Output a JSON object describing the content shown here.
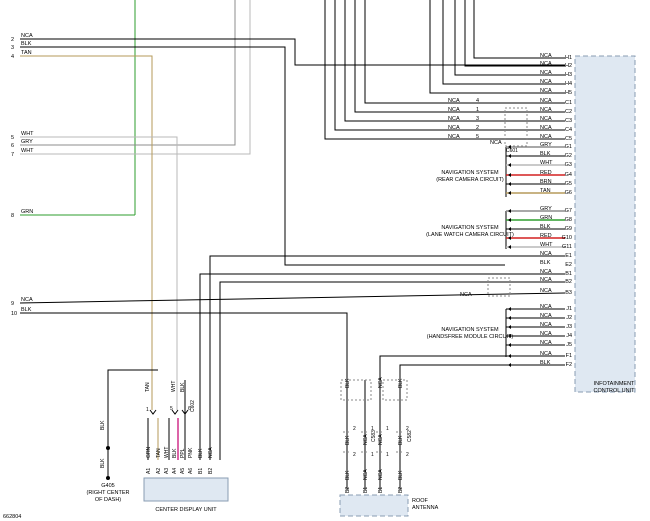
{
  "left_pins": [
    {
      "num": "2",
      "wire": "NCA"
    },
    {
      "num": "3",
      "wire": "BLK"
    },
    {
      "num": "4",
      "wire": "TAN"
    },
    {
      "num": "5",
      "wire": "WHT"
    },
    {
      "num": "6",
      "wire": "GRY"
    },
    {
      "num": "7",
      "wire": "WHT"
    },
    {
      "num": "8",
      "wire": "GRN"
    },
    {
      "num": "9",
      "wire": "NCA"
    },
    {
      "num": "10",
      "wire": "BLK"
    }
  ],
  "connector_c601": {
    "id": "C601",
    "rows": [
      {
        "wire": "NCA",
        "pin": "4"
      },
      {
        "wire": "NCA",
        "pin": "1"
      },
      {
        "wire": "NCA",
        "pin": "3"
      },
      {
        "wire": "NCA",
        "pin": "2"
      },
      {
        "wire": "NCA",
        "pin": "5"
      }
    ]
  },
  "right_pins": [
    {
      "wire": "NCA",
      "pin": "H1"
    },
    {
      "wire": "NCA",
      "pin": "H2"
    },
    {
      "wire": "NCA",
      "pin": "H3"
    },
    {
      "wire": "NCA",
      "pin": "H4"
    },
    {
      "wire": "NCA",
      "pin": "H5"
    },
    {
      "wire": "NCA",
      "pin": "C1"
    },
    {
      "wire": "NCA",
      "pin": "C2"
    },
    {
      "wire": "NCA",
      "pin": "C3"
    },
    {
      "wire": "NCA",
      "pin": "C4"
    },
    {
      "wire": "NCA",
      "pin": "C5"
    },
    {
      "wire": "GRY",
      "pin": "G1"
    },
    {
      "wire": "BLK",
      "pin": "G2"
    },
    {
      "wire": "WHT",
      "pin": "G3"
    },
    {
      "wire": "RED",
      "pin": "G4"
    },
    {
      "wire": "BRN",
      "pin": "G5"
    },
    {
      "wire": "TAN",
      "pin": "G6"
    },
    {
      "wire": "GRY",
      "pin": "G7"
    },
    {
      "wire": "GRN",
      "pin": "G8"
    },
    {
      "wire": "BLK",
      "pin": "G9"
    },
    {
      "wire": "RED",
      "pin": "G10"
    },
    {
      "wire": "WHT",
      "pin": "G11"
    },
    {
      "wire": "NCA",
      "pin": "E1"
    },
    {
      "wire": "BLK",
      "pin": "E2"
    },
    {
      "wire": "NCA",
      "pin": "B1"
    },
    {
      "wire": "NCA",
      "pin": "B2"
    },
    {
      "wire": "NCA",
      "pin": "B3"
    },
    {
      "wire": "NCA",
      "pin": "J1"
    },
    {
      "wire": "NCA",
      "pin": "J2"
    },
    {
      "wire": "NCA",
      "pin": "J3"
    },
    {
      "wire": "NCA",
      "pin": "J4"
    },
    {
      "wire": "NCA",
      "pin": "J5"
    },
    {
      "wire": "NCA",
      "pin": "F1"
    },
    {
      "wire": "BLK",
      "pin": "F2"
    }
  ],
  "b3_mid_label": "NCA",
  "circuits": {
    "rear_camera": [
      "NAVIGATION SYSTEM",
      "(REAR CAMERA CIRCUIT)"
    ],
    "lane_watch": [
      "NAVIGATION SYSTEM",
      "(LANE WATCH CAMERA CIRCUIT)"
    ],
    "handsfree": [
      "NAVIGATION SYSTEM",
      "(HANDSFREE MODULE CIRCUIT)"
    ]
  },
  "control_unit_label": [
    "INFOTAINMENT",
    "CONTROL UNIT"
  ],
  "center_display": {
    "label": "CENTER DISPLAY UNIT",
    "pins": [
      {
        "pin": "A1",
        "wire": "GRN"
      },
      {
        "pin": "A2",
        "wire": "TAN"
      },
      {
        "pin": "A3",
        "wire": "WHT"
      },
      {
        "pin": "A4",
        "wire": "BLK"
      },
      {
        "pin": "A5",
        "wire": "PPL"
      },
      {
        "pin": "A6",
        "wire": "PNK"
      },
      {
        "pin": "B1",
        "wire": "BLK"
      },
      {
        "pin": "B2",
        "wire": "NCA"
      }
    ],
    "upper": {
      "tan": "TAN",
      "wht": "WHT",
      "blk": "BLK",
      "connector": "C602",
      "pin1": "1",
      "pin3": "3",
      "pin4": "4",
      "pin5": "5",
      "pin6": "6"
    },
    "b_pins": {
      "b1": "B1",
      "b2": "B2",
      "nca": "NCA"
    }
  },
  "ground": {
    "wire_upper": "BLK",
    "wire_lower": "BLK",
    "id": "G405",
    "desc": [
      "(RIGHT CENTER",
      "OF DASH)"
    ]
  },
  "antenna": {
    "label": [
      "ROOF",
      "ANTENNA"
    ],
    "pins": [
      "B2",
      "B1",
      "B1",
      "B2"
    ],
    "wires_bottom": [
      "BLK",
      "NCA",
      "NCA",
      "BLK"
    ],
    "wires_mid": [
      "BLK",
      "NCA",
      "NCA",
      "BLK"
    ],
    "wires_top": [
      "BLK",
      "NCA",
      "BLK"
    ],
    "conn_pins_top": [
      "2",
      "1",
      "1",
      "2"
    ],
    "conn_pins_bottom": [
      "2",
      "1",
      "1",
      "2"
    ],
    "conn_left": "C583",
    "conn_right": "C582"
  },
  "figure_id": "662804",
  "colors": {
    "wire": "#000000",
    "grn": "#2e9e2e",
    "tan": "#b59a5a",
    "gry": "#8c8c8c",
    "wht": "#b8b8b8",
    "red": "#d42020",
    "pnk": "#d0308a",
    "box_fill": "#dfe8f2",
    "box_stroke": "#8a9db3"
  }
}
